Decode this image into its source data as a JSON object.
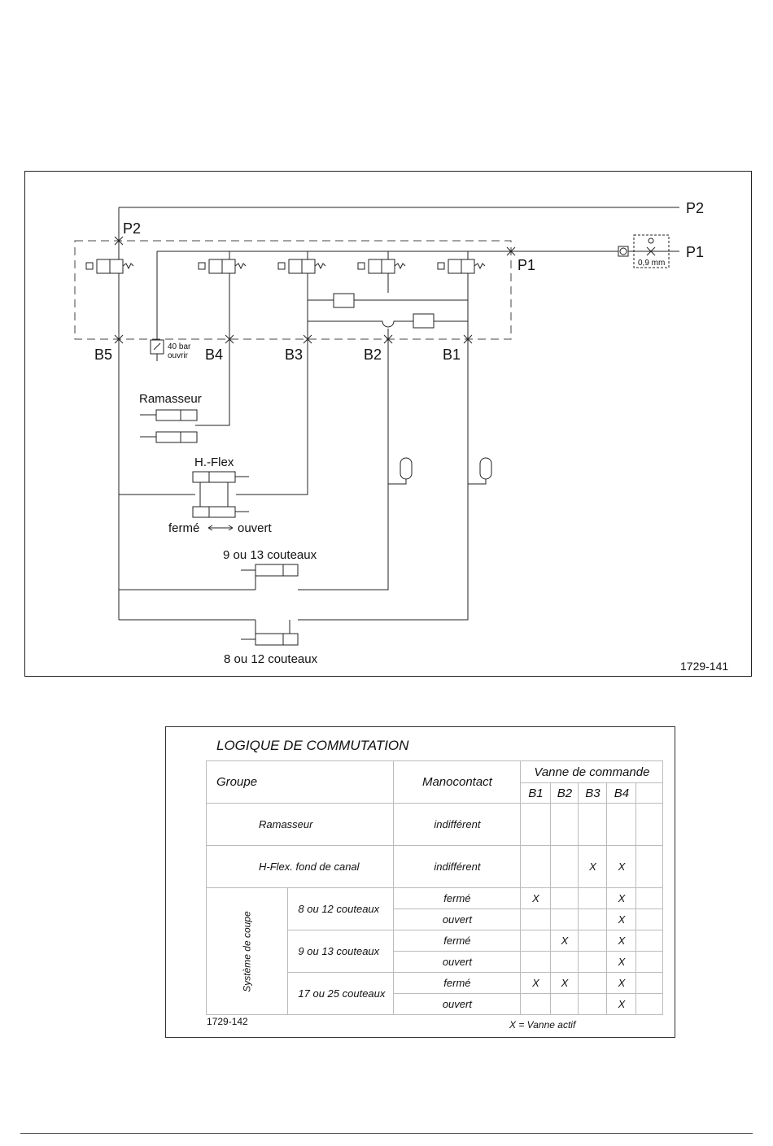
{
  "diagram": {
    "ports": {
      "p2_right": "P2",
      "p1_right": "P1",
      "p2_inner": "P2",
      "p1_inner": "P1"
    },
    "valves": [
      "B5",
      "B4",
      "B3",
      "B2",
      "B1"
    ],
    "pressure_switch": {
      "line1": "40 bar",
      "line2": "ouvrir"
    },
    "throttle": "0,9 mm",
    "components": {
      "ramasseur": "Ramasseur",
      "hflex": "H.-Flex",
      "ferme": "fermé",
      "ouvert": "ouvert",
      "couteaux_13": "9 ou 13 couteaux",
      "couteaux_12": "8 ou 12 couteaux"
    },
    "reference": "1729-141"
  },
  "logic_table": {
    "title": "LOGIQUE DE COMMUTATION",
    "headers": {
      "groupe": "Groupe",
      "manocontact": "Manocontact",
      "vanne": "Vanne de commande",
      "valves": [
        "B1",
        "B2",
        "B3",
        "B4"
      ]
    },
    "rows": [
      {
        "groupe": "Ramasseur",
        "mano": "indifférent",
        "b1": "",
        "b2": "",
        "b3": "",
        "b4": ""
      },
      {
        "groupe": "H-Flex. fond de canal",
        "mano": "indifférent",
        "b1": "",
        "b2": "",
        "b3": "X",
        "b4": "X"
      }
    ],
    "systeme": {
      "label": "Système de coupe",
      "groups": [
        {
          "name": "8 ou 12 couteaux",
          "states": [
            {
              "mano": "fermé",
              "b1": "X",
              "b2": "",
              "b3": "",
              "b4": "X"
            },
            {
              "mano": "ouvert",
              "b1": "",
              "b2": "",
              "b3": "",
              "b4": "X"
            }
          ]
        },
        {
          "name": "9 ou 13 couteaux",
          "states": [
            {
              "mano": "fermé",
              "b1": "",
              "b2": "X",
              "b3": "",
              "b4": "X"
            },
            {
              "mano": "ouvert",
              "b1": "",
              "b2": "",
              "b3": "",
              "b4": "X"
            }
          ]
        },
        {
          "name": "17 ou 25 couteaux",
          "states": [
            {
              "mano": "fermé",
              "b1": "X",
              "b2": "X",
              "b3": "",
              "b4": "X"
            },
            {
              "mano": "ouvert",
              "b1": "",
              "b2": "",
              "b3": "",
              "b4": "X"
            }
          ]
        }
      ]
    },
    "reference": "1729-142",
    "legend": "X = Vanne actif"
  }
}
